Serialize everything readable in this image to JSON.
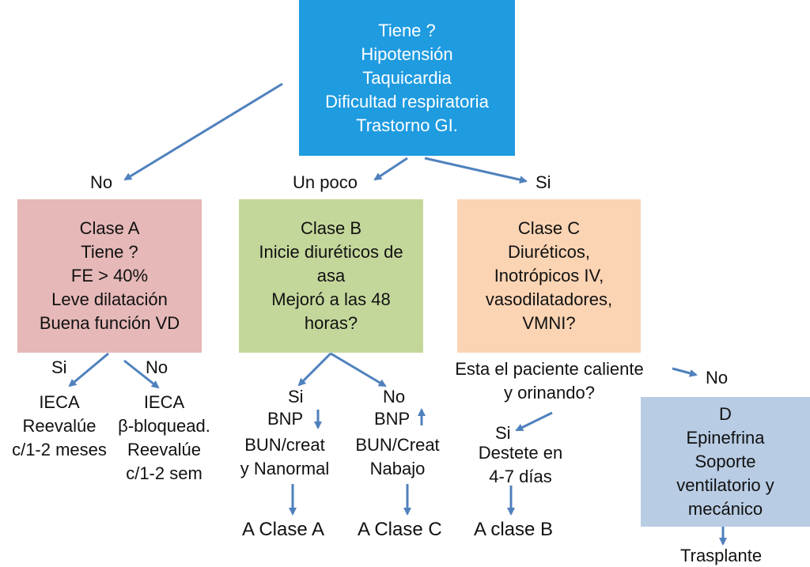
{
  "top": {
    "lines": [
      "Tiene ?",
      "Hipotensión",
      "Taquicardia",
      "Dificultad respiratoria",
      "Trastorno GI."
    ],
    "color": "#1f9be0"
  },
  "branches": {
    "no": "No",
    "poco": "Un poco",
    "si": "Si"
  },
  "classA": {
    "lines": [
      "Clase A",
      "Tiene ?",
      "FE > 40%",
      "Leve dilatación",
      "Buena función VD"
    ],
    "color": "#e6b8b8"
  },
  "classB": {
    "lines": [
      "Clase B",
      "Inicie diuréticos de",
      "asa",
      "Mejoró a las 48",
      "horas?"
    ],
    "color": "#c4d79b"
  },
  "classC": {
    "lines": [
      "Clase C",
      "Diuréticos,",
      "Inotrópicos IV,",
      "vasodilatadores,",
      "VMNI?"
    ],
    "color": "#fbd4b4"
  },
  "classD": {
    "lines": [
      "D",
      "Epinefrina",
      "Soporte",
      "ventilatorio y",
      "mecánico"
    ],
    "color": "#b8cce4"
  },
  "a_branch": {
    "si": "Si",
    "no": "No",
    "si_text": [
      "IECA",
      "Reevalúe",
      "c/1-2 meses"
    ],
    "no_text": [
      "IECA",
      "β-bloquead.",
      "Reevalúe",
      "c/1-2 sem"
    ]
  },
  "b_branch": {
    "si": "Si",
    "no": "No",
    "si_bnp": "BNP",
    "no_bnp": "BNP",
    "si_rest": [
      "BUN/creat",
      "y Nanormal"
    ],
    "no_rest": [
      "BUN/Creat",
      "Nabajo"
    ],
    "si_result": "A Clase A",
    "no_result": "A Clase C"
  },
  "c_branch": {
    "question": [
      "Esta el paciente caliente",
      "y orinando?"
    ],
    "no": "No",
    "si": "Si",
    "si_text": [
      "Destete en",
      "4-7 días"
    ],
    "si_result": "A clase B"
  },
  "d_result": "Trasplante",
  "arrow_color": "#4f81bd"
}
